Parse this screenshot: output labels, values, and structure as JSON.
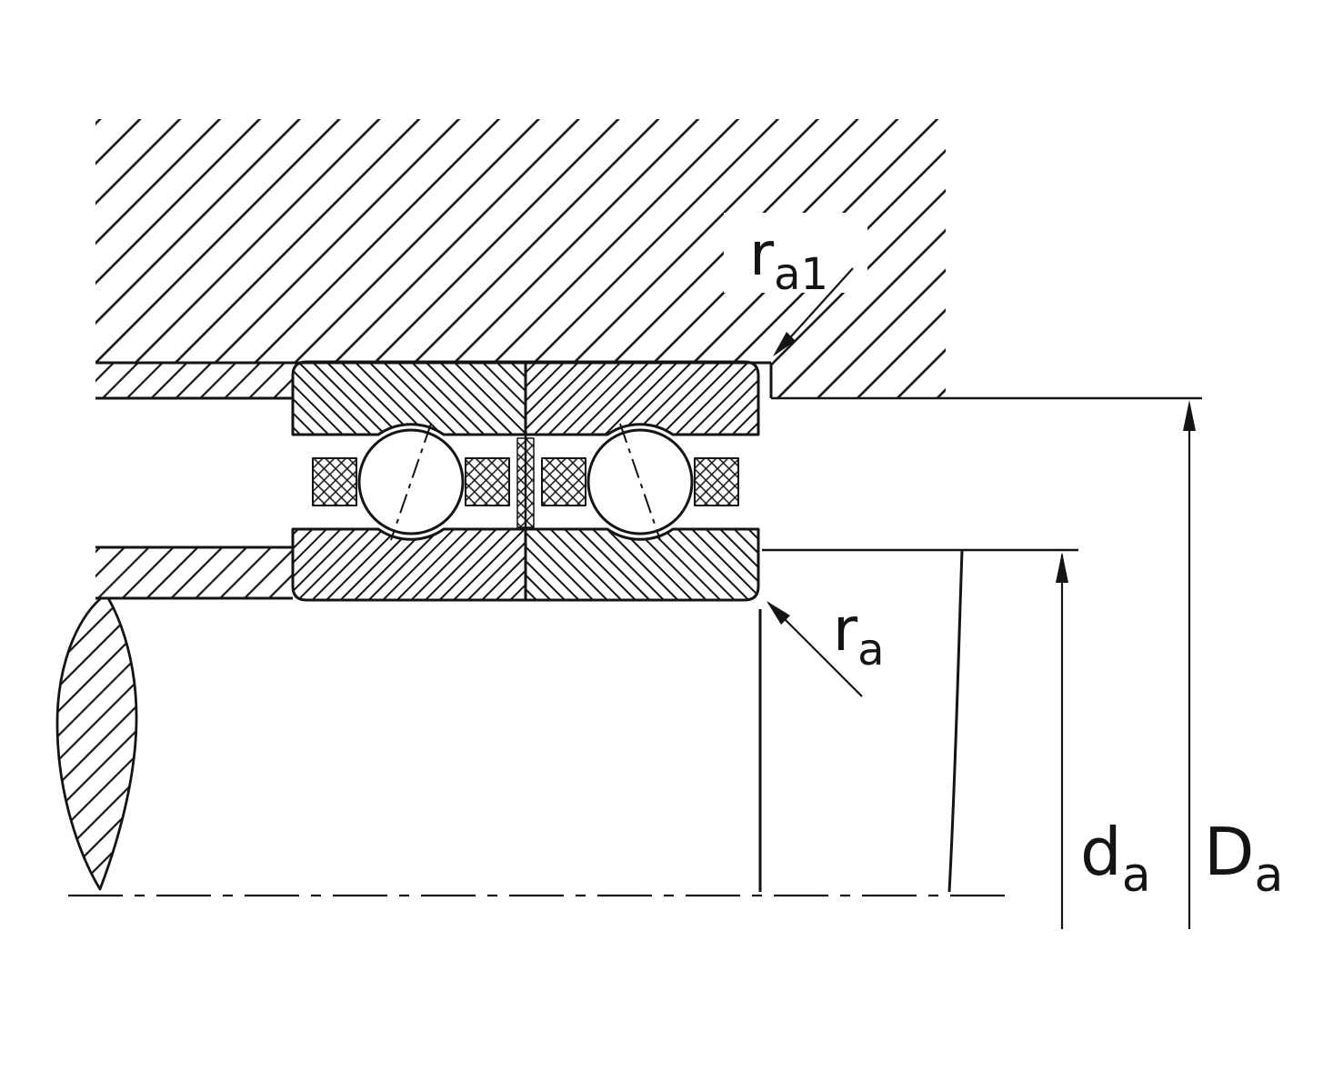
{
  "labels": {
    "ra1": {
      "main": "r",
      "sub": "a1"
    },
    "ra": {
      "main": "r",
      "sub": "a"
    },
    "da": {
      "main": "d",
      "sub": "a"
    },
    "Da": {
      "main": "D",
      "sub": "a"
    }
  },
  "colors": {
    "line_color": "#141414",
    "background": "#ffffff"
  }
}
